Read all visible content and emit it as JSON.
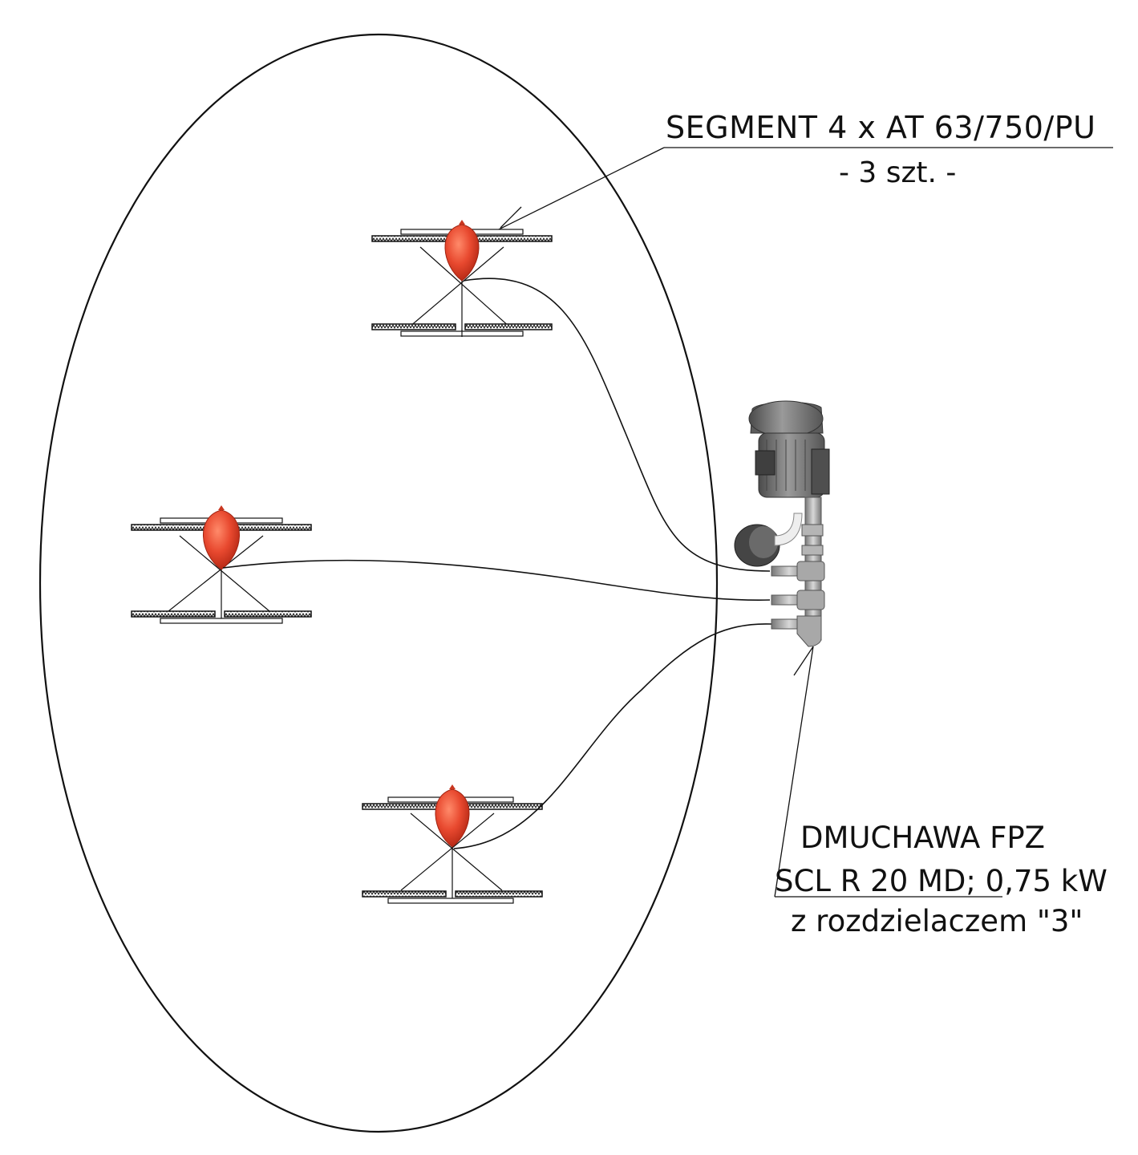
{
  "labels": {
    "segment_title": "SEGMENT 4 x AT 63/750/PU",
    "segment_quantity": "- 3 szt. -",
    "blower_line1": "DMUCHAWA FPZ",
    "blower_line2": "SCL R 20 MD; 0,75 kW",
    "blower_line3": "z rozdzielaczem \"3\""
  },
  "colors": {
    "line": "#111111",
    "diffuser": "#e8492f",
    "blower_body": "#6b6b6b",
    "pipe": "#9a9a9a"
  },
  "diffuser_count": 3
}
